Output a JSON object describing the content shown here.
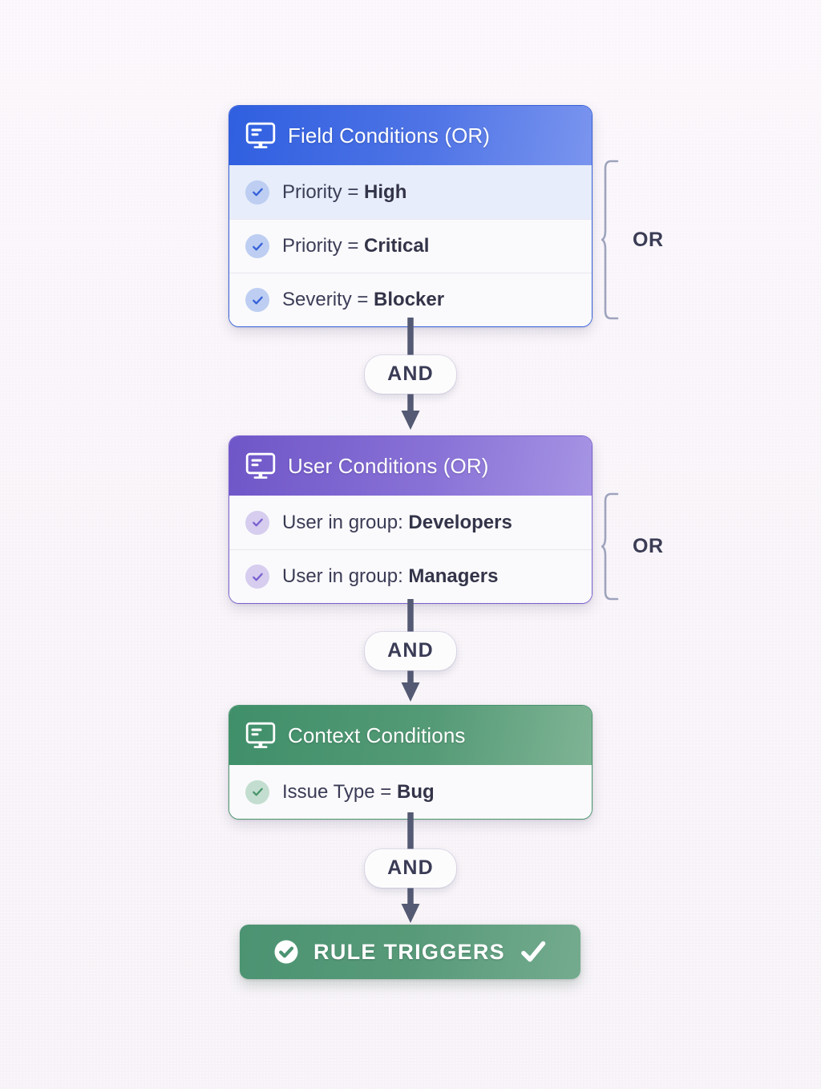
{
  "background_color": "#f8f4f9",
  "groups": [
    {
      "id": "field-conditions",
      "title": "Field Conditions (OR)",
      "icon": "monitor-icon",
      "accent": "#3560d8",
      "header_gradient_from": "#2f5fe0",
      "header_gradient_to": "#7a95ef",
      "bracket_label": "OR",
      "conditions": [
        {
          "icon": "check-circle-icon",
          "lead": "Priority = ",
          "value": "High",
          "highlighted": true
        },
        {
          "icon": "check-circle-icon",
          "lead": "Priority = ",
          "value": "Critical",
          "highlighted": false
        },
        {
          "icon": "check-circle-icon",
          "lead": "Severity = ",
          "value": "Blocker",
          "highlighted": false
        }
      ]
    },
    {
      "id": "user-conditions",
      "title": "User Conditions (OR)",
      "icon": "monitor-icon",
      "accent": "#7a60cf",
      "header_gradient_from": "#6f56c8",
      "header_gradient_to": "#a694e4",
      "bracket_label": "OR",
      "conditions": [
        {
          "icon": "check-circle-icon",
          "lead": "User in group: ",
          "value": "Developers",
          "highlighted": false
        },
        {
          "icon": "check-circle-icon",
          "lead": "User in group: ",
          "value": "Managers",
          "highlighted": false
        }
      ]
    },
    {
      "id": "context-conditions",
      "title": "Context Conditions",
      "icon": "monitor-icon",
      "accent": "#49956c",
      "header_gradient_from": "#3f8f6a",
      "header_gradient_to": "#7fb495",
      "bracket_label": "",
      "conditions": [
        {
          "icon": "check-circle-icon",
          "lead": "Issue Type = ",
          "value": "Bug",
          "highlighted": false
        }
      ]
    }
  ],
  "connectors": [
    {
      "id": "connector-1",
      "label": "AND"
    },
    {
      "id": "connector-2",
      "label": "AND"
    },
    {
      "id": "connector-3",
      "label": "AND"
    }
  ],
  "trigger": {
    "label": "RULE TRIGGERS",
    "badge_icon": "check-badge-icon",
    "trailing_icon": "checkmark-icon",
    "color": "#4b9372"
  }
}
